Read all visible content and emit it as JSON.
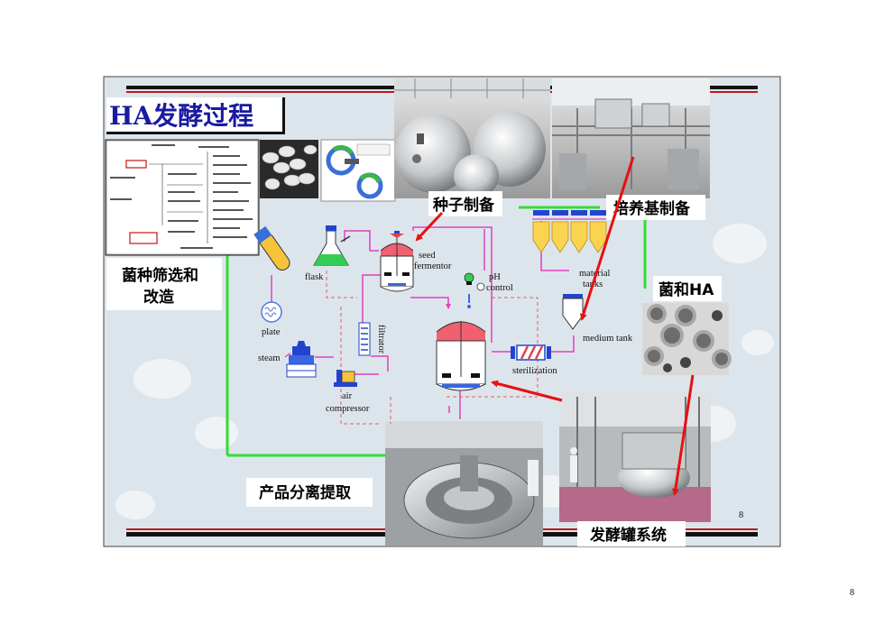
{
  "slide": {
    "title": "HA发酵过程",
    "page_number": "8",
    "slide_number": "8"
  },
  "labels": {
    "seed_prep": "种子制备",
    "medium_prep": "培养基制备",
    "strain_line1": "菌种筛选和",
    "strain_line2": "改造",
    "bacteria_ha": "菌和HA",
    "product": "产品分离提取",
    "fermenter_system": "发酵罐系统"
  },
  "diagram": {
    "seed": "seed",
    "fermentor": "fermentor",
    "ph": "pH",
    "control": "control",
    "material": "material",
    "tanks": "tanks",
    "medium_tank": "medium tank",
    "sterilization": "sterilization",
    "filtrator": "filtrator",
    "steam": "steam",
    "air": "air",
    "compressor": "compressor",
    "plate": "plate",
    "flask": "flask"
  },
  "colors": {
    "title_blue": "#1a1aa0",
    "process_line_pink": "#e040c0",
    "border_green": "#33dd33",
    "arrow_red": "#e81010",
    "tank_salmon": "#f06070",
    "slide_bg": "#dde5ec"
  }
}
